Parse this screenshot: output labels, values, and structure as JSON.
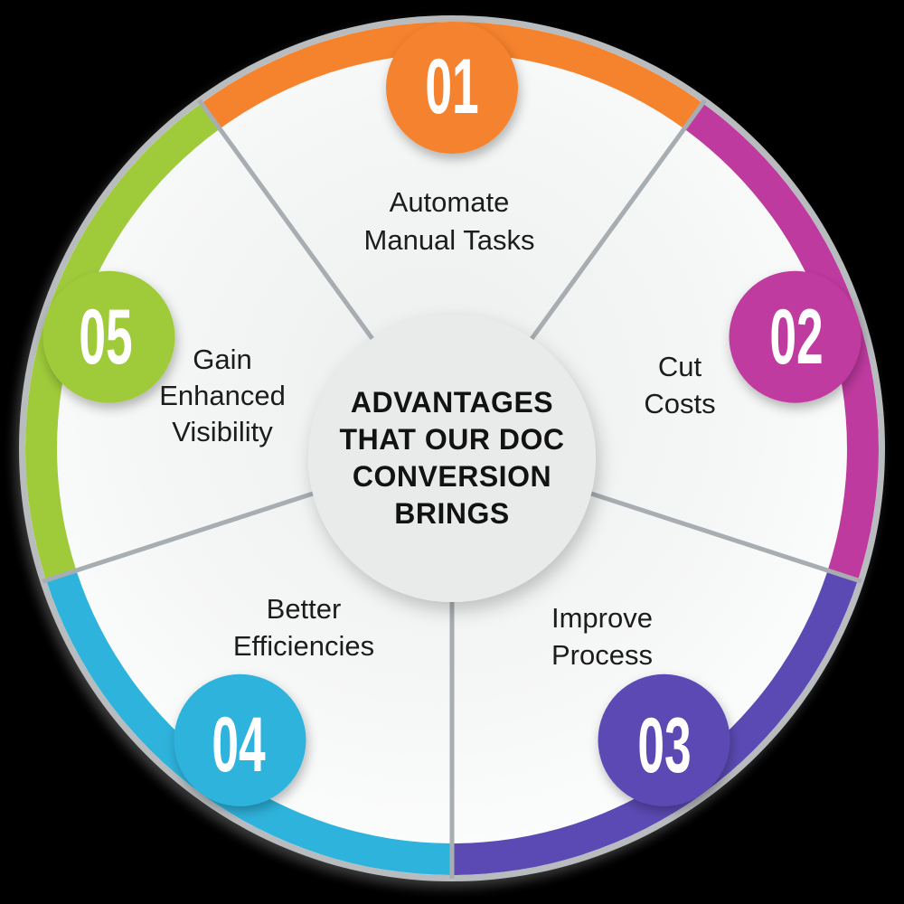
{
  "center": {
    "title_lines": [
      "ADVANTAGES",
      "THAT OUR DOC",
      "CONVERSION",
      "BRINGS"
    ]
  },
  "segments": [
    {
      "number": "01",
      "color": "#f5822d",
      "label_lines": [
        "Automate",
        "Manual Tasks"
      ]
    },
    {
      "number": "02",
      "color": "#bf3a9f",
      "label_lines": [
        "Cut",
        "Costs"
      ]
    },
    {
      "number": "03",
      "color": "#5b4ab4",
      "label_lines": [
        "Improve",
        "Process"
      ]
    },
    {
      "number": "04",
      "color": "#2eb3dd",
      "label_lines": [
        "Better",
        "Efficiencies"
      ]
    },
    {
      "number": "05",
      "color": "#9fcb3b",
      "label_lines": [
        "Gain",
        "Enhanced",
        "Visibility"
      ]
    }
  ],
  "colors": {
    "background": "#000000",
    "rim": "#b8bcbf",
    "interior": "#f5f6f6",
    "center_circle": "#e9eaea",
    "divider": "#a8adb1",
    "number_text": "#ffffff",
    "label_text": "#1c1c1c",
    "title_text": "#121212"
  }
}
